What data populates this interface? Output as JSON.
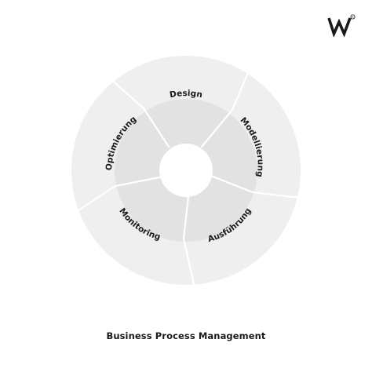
{
  "logo": {
    "letter": "W",
    "mark": "®"
  },
  "diagram": {
    "stages": [
      "Design",
      "Modellierung",
      "Ausführung",
      "Monitoring",
      "Optimierung"
    ]
  },
  "caption": "Business Process Management",
  "colors": {
    "outer_ring": "#efefef",
    "inner_ring": "#e2e2e2",
    "divider": "#ffffff",
    "text": "#1a1a1a"
  }
}
